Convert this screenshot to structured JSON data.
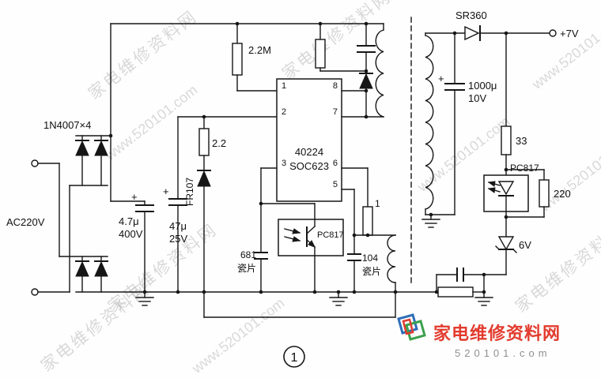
{
  "labels": {
    "bridge": "1N4007×4",
    "ac_input": "AC220V",
    "plus": "+",
    "bulk_cap_value": "4.7μ",
    "bulk_cap_voltage": "400V",
    "vcc_cap_value": "47μ",
    "vcc_cap_voltage": "25V",
    "startup_resistor": "2.2M",
    "vcc_resistor": "2.2",
    "vcc_diode": "FR107",
    "ic_part": "40224",
    "ic_part2": "SOC623",
    "pin1": "1",
    "pin2": "2",
    "pin3": "3",
    "pin5": "5",
    "pin6": "6",
    "pin7": "7",
    "pin8": "8",
    "fb_cap_value": "681",
    "ceramic": "瓷片",
    "opto": "PC817",
    "bypass_cap_value": "104",
    "sense_resistor": "1",
    "output_diode": "SR360",
    "output_rail": "+7V",
    "output_cap_value": "1000μ",
    "output_cap_voltage": "10V",
    "led_resistor": "33",
    "bias_resistor": "220",
    "zener": "6V",
    "figure_number": "1"
  },
  "watermark": {
    "site_name": "家电维修资料网",
    "site_url": "www.520101.com"
  },
  "logo": {
    "site_name": "家电维修资料网",
    "site_url": "520101.com"
  },
  "accent_colors": {
    "logo_red": "#e23b2e",
    "logo_blue": "#2f6fb8",
    "logo_green": "#3da14d",
    "watermark_gray": "#b4b4b4"
  }
}
